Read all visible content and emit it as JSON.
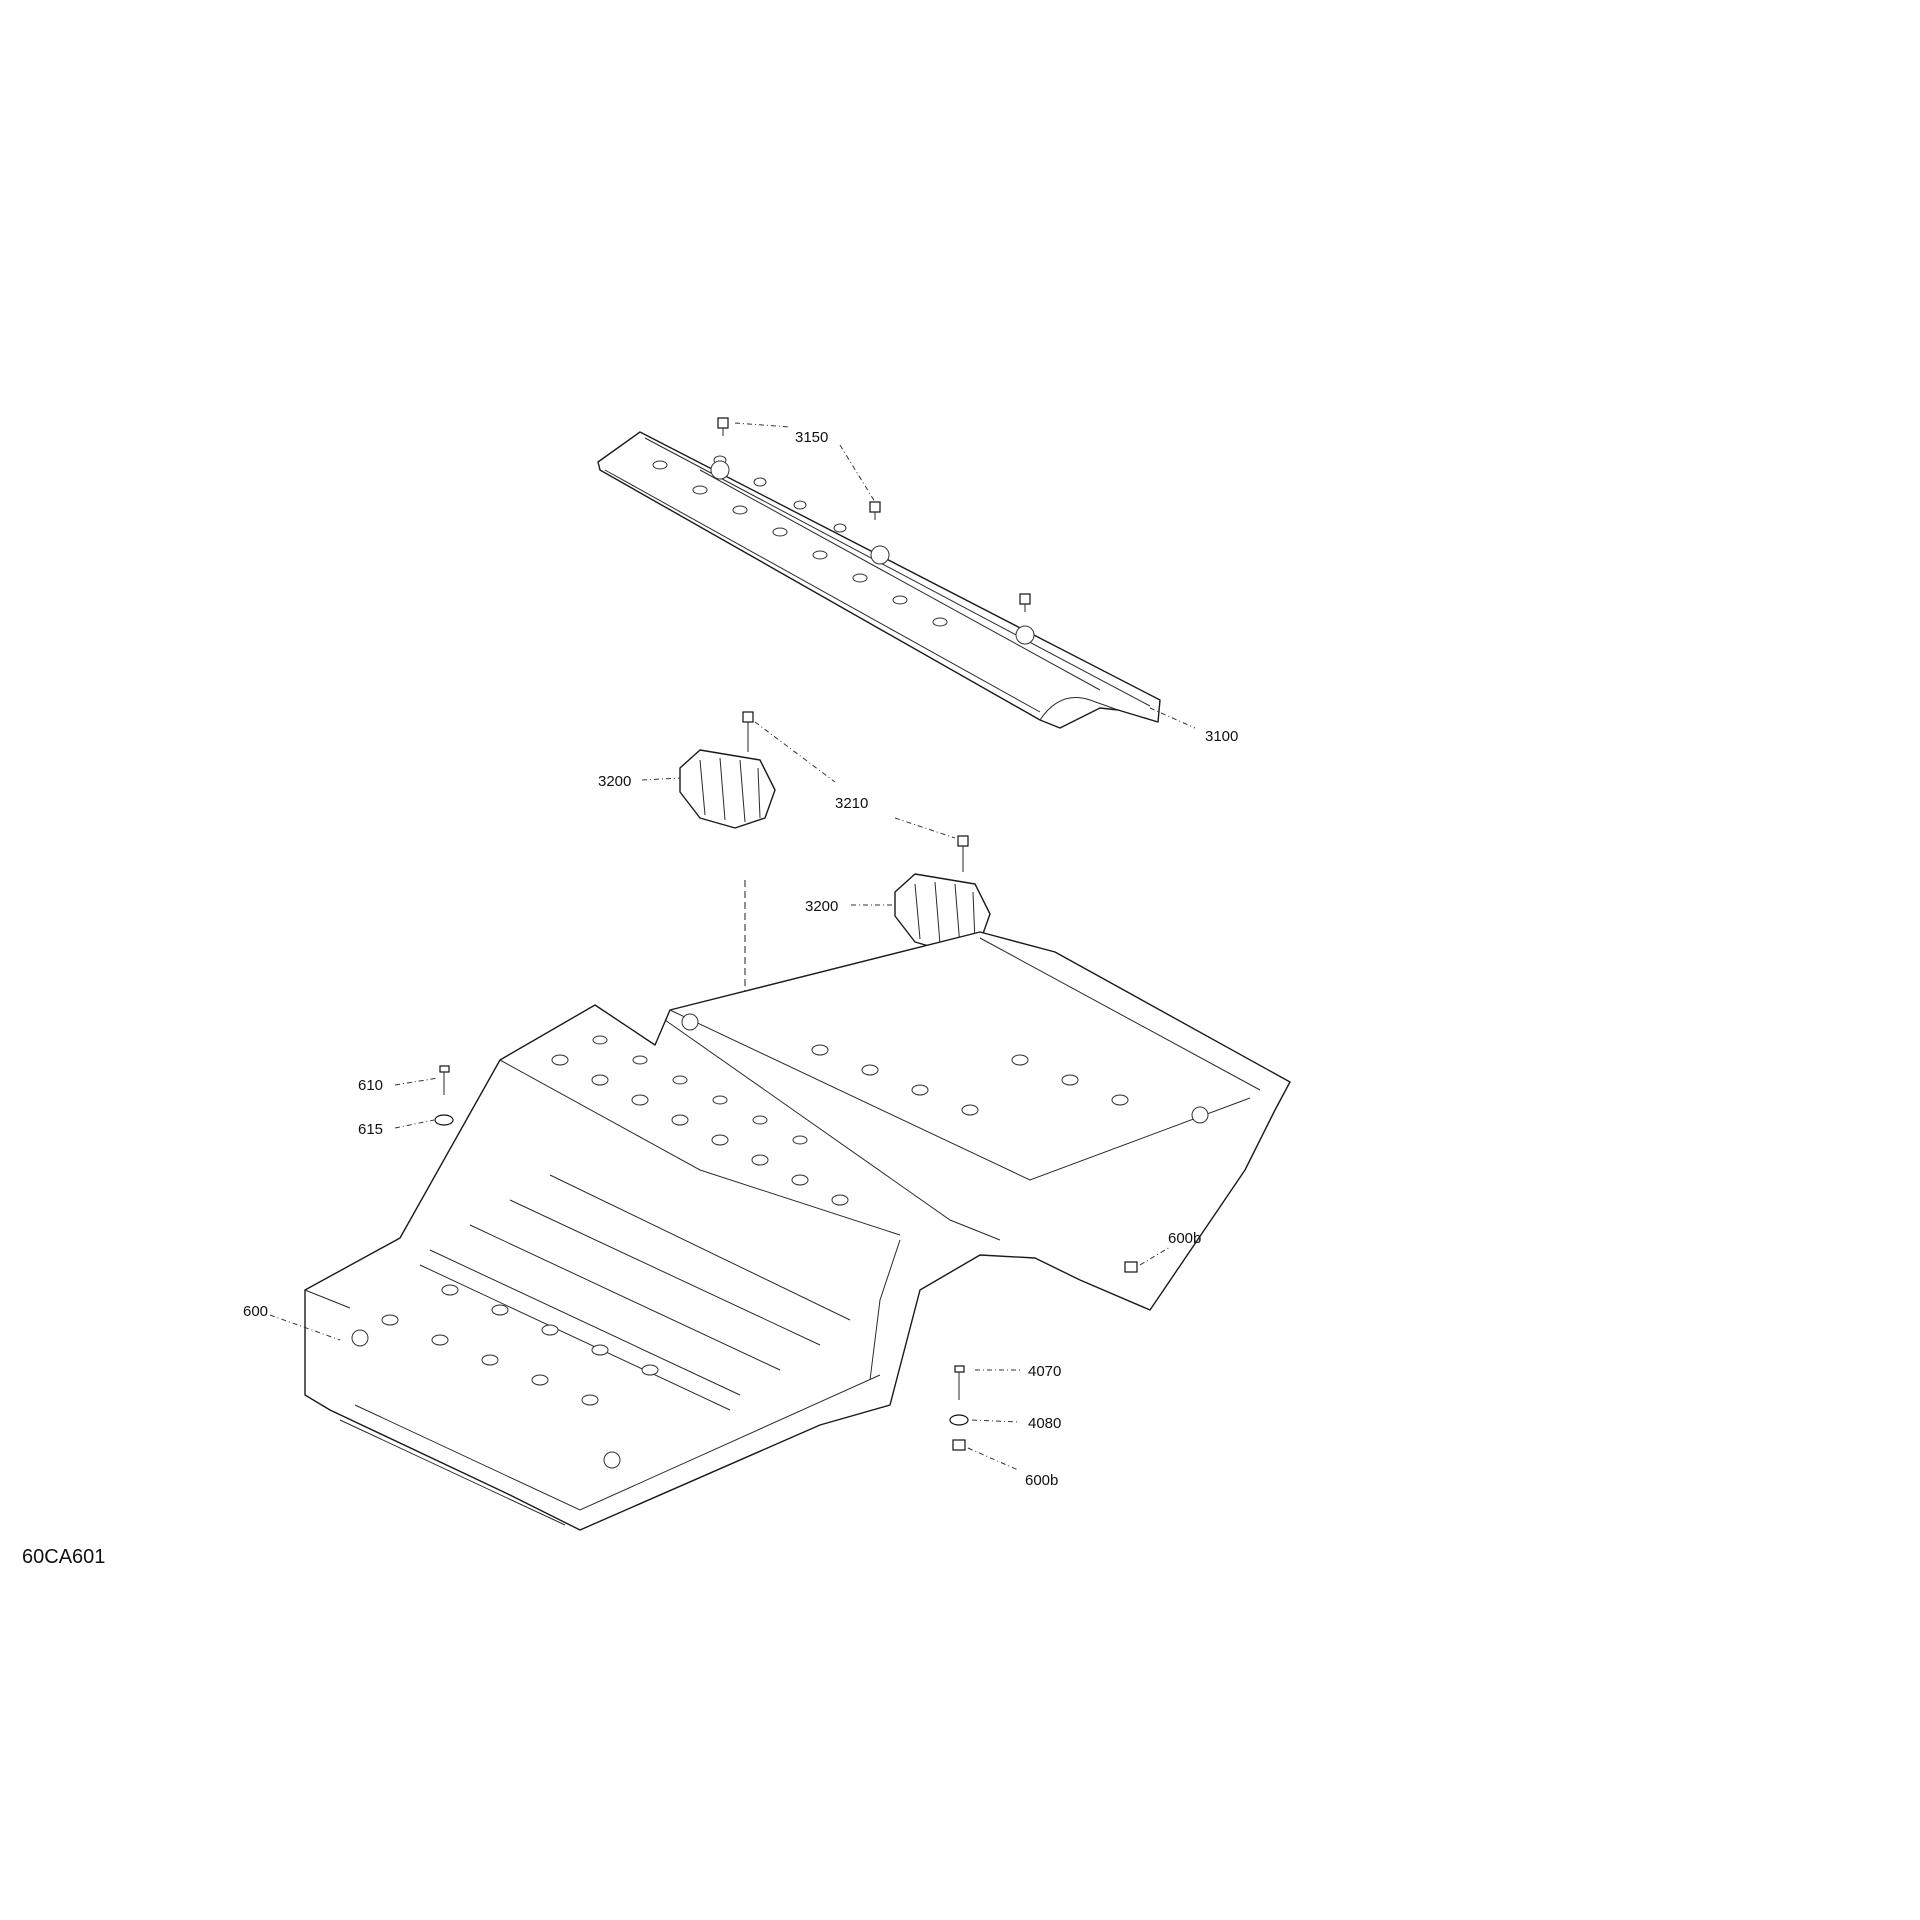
{
  "figure": {
    "id": "60CA601"
  },
  "callouts": {
    "c3150": "3150",
    "c3100": "3100",
    "c3200a": "3200",
    "c3210": "3210",
    "c3200b": "3200",
    "c610": "610",
    "c615": "615",
    "c600": "600",
    "c600b_upper": "600b",
    "c4070": "4070",
    "c4080": "4080",
    "c600b_lower": "600b"
  }
}
